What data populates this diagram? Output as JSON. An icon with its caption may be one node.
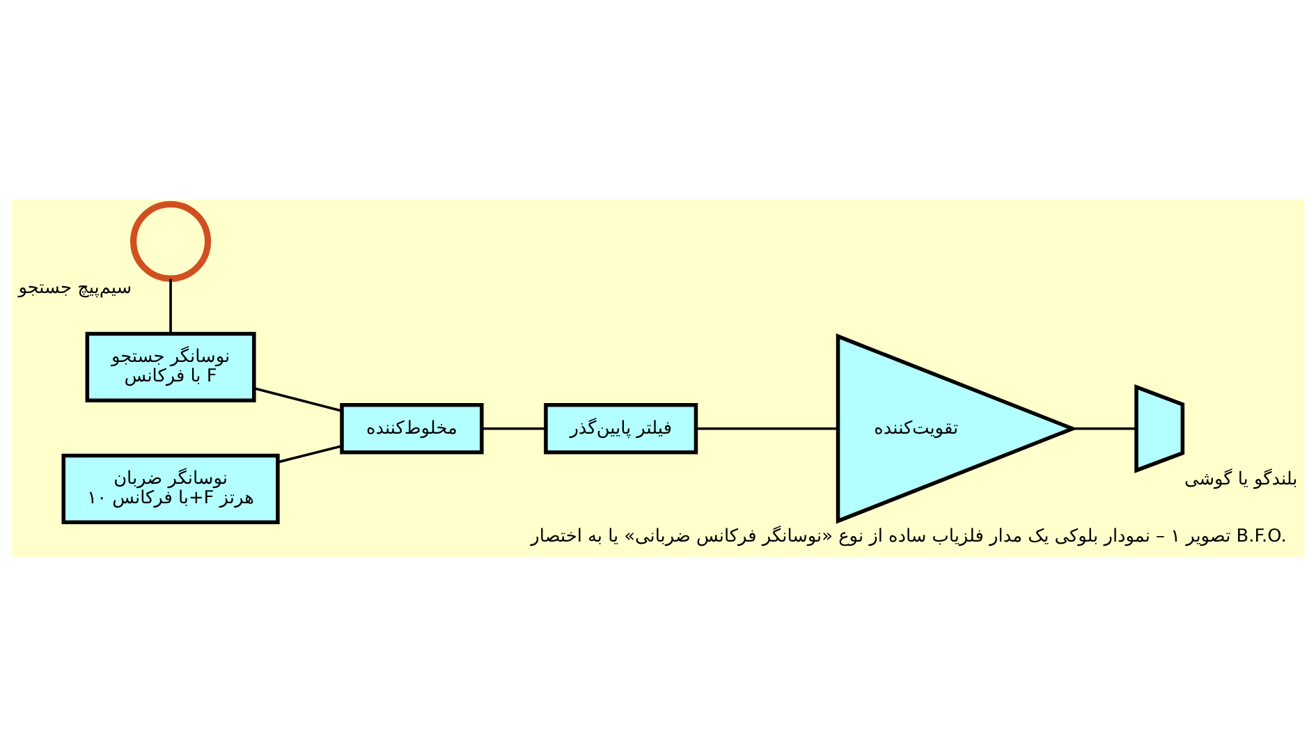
{
  "diagram": {
    "caption": "تصویر ۱ – نمودار بلوکی یک مدار فلزیاب ساده از نوع «نوسانگر فرکانس ضربانی» یا به اختصار B.F.O.",
    "nodes": [
      {
        "text": [],
        "shape": "circle",
        "beside": [
          "سیم‌پیچ جستجو"
        ]
      },
      {
        "text": [
          "نوسانگر جستجو",
          "با فرکانس F"
        ]
      },
      {
        "text": [
          "مخلوط‌کننده"
        ]
      },
      {
        "text": [
          "نوسانگر ضربان",
          "با فرکانس ۱۰+F هرتز"
        ]
      },
      {
        "text": [
          "فیلتر پایین‌گذر"
        ]
      },
      {
        "text": [
          "تقویت‌کننده"
        ]
      },
      {
        "text": [],
        "shape": "speaker",
        "beside": [
          "بلندگو یا گوشی"
        ]
      }
    ],
    "edges": [
      {
        "from": 0,
        "to": 1,
        "arrow": "none"
      },
      {
        "from": 1,
        "to": 2,
        "arrow": "none"
      },
      {
        "from": 3,
        "to": 2,
        "arrow": "none"
      },
      {
        "from": 2,
        "to": 4,
        "arrow": "none"
      },
      {
        "from": 4,
        "to": 5,
        "arrow": "none"
      },
      {
        "from": 5,
        "to": 6,
        "arrow": "none"
      }
    ]
  }
}
